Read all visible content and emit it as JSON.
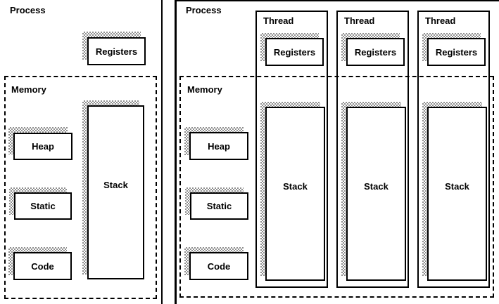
{
  "colors": {
    "line": "#000000",
    "background": "#ffffff",
    "shadow_stipple": "#8f8f8f"
  },
  "diagram": {
    "left_panel": {
      "title": "Process",
      "registers_label": "Registers",
      "memory": {
        "title": "Memory",
        "heap_label": "Heap",
        "static_label": "Static",
        "code_label": "Code",
        "stack_label": "Stack"
      }
    },
    "right_panel": {
      "title": "Process",
      "memory": {
        "title": "Memory",
        "heap_label": "Heap",
        "static_label": "Static",
        "code_label": "Code"
      },
      "threads": [
        {
          "title": "Thread",
          "registers_label": "Registers",
          "stack_label": "Stack"
        },
        {
          "title": "Thread",
          "registers_label": "Registers",
          "stack_label": "Stack"
        },
        {
          "title": "Thread",
          "registers_label": "Registers",
          "stack_label": "Stack"
        }
      ]
    }
  }
}
